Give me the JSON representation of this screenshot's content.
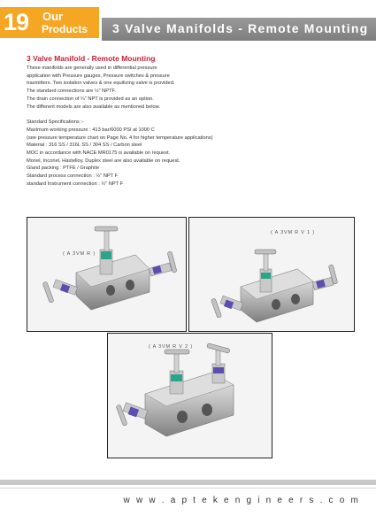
{
  "badge": {
    "number": "19",
    "word1": "Our",
    "word2": "Products"
  },
  "header": {
    "title": "3 Valve Manifolds - Remote Mounting"
  },
  "section": {
    "heading": "3 Valve Manifold - Remote Mounting",
    "intro": [
      "These manifolds are generally used in differential pressure",
      "application with Pressure gauges, Pressure switches & pressure",
      "trasmitters. Two isolation valves & one equilizing valve is provided.",
      "The standard connections are ½\" NPTF.",
      "The drain connection of ¼\" NPT is provided as an option.",
      "The different models are also available as mentioned below."
    ],
    "specs": [
      "Standard Specifications :-",
      "Maximum working pressure : 413 bar/6000 PSI at 1000 C",
      "(see pressure temperature chart on Page No. 4 for higher temperature applications)",
      "Material : 316 SS / 316L SS / 304 SS / Carbon steel",
      "MOC in accordance with NACE MR0175 is available on request.",
      "Monel, Inconel, Hastelloy, Duplex steel are also available on request.",
      "Gland packing : PTFE / Graphite",
      "Standard process connection : ½\" NPT F",
      "standard Instrument connection : ½\" NPT F"
    ]
  },
  "products": [
    {
      "label": "( A 3VM R )"
    },
    {
      "label": "( A 3VM R V 1 )"
    },
    {
      "label": "( A 3VM R V 2 )"
    }
  ],
  "footer": {
    "url": "w w w . a p t e k e n g i n e e r s . c o m"
  },
  "colors": {
    "accent": "#f5a623",
    "heading": "#c7213a",
    "title_bar": "#8a8a8a",
    "valve_blue": "#5a4fb0",
    "valve_green": "#2aa58a"
  }
}
